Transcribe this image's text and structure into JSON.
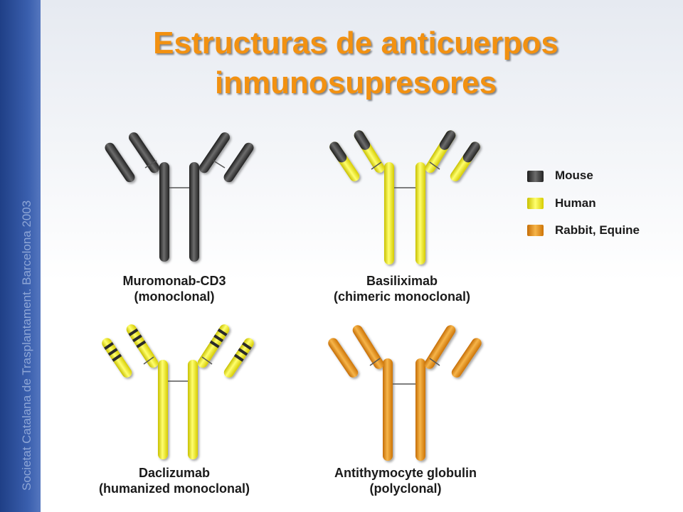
{
  "sidebar": {
    "text": "Societat Catalana de Trasplantament. Barcelona 2003"
  },
  "title": {
    "line1": "Estructuras de anticuerpos",
    "line2": "inmunosupresores"
  },
  "antibodies": [
    {
      "name": "Muromonab-CD3",
      "type": "(monoclonal)",
      "composition": "mouse"
    },
    {
      "name": "Basiliximab",
      "type": "(chimeric monoclonal)",
      "composition": "chimeric"
    },
    {
      "name": "Daclizumab",
      "type": "(humanized monoclonal)",
      "composition": "humanized"
    },
    {
      "name": "Antithymocyte globulin",
      "type": "(polyclonal)",
      "composition": "polyclonal"
    }
  ],
  "legend": [
    {
      "label": "Mouse",
      "color": "#333333"
    },
    {
      "label": "Human",
      "color": "#e8e020"
    },
    {
      "label": "Rabbit, Equine",
      "color": "#e58a1a"
    }
  ]
}
